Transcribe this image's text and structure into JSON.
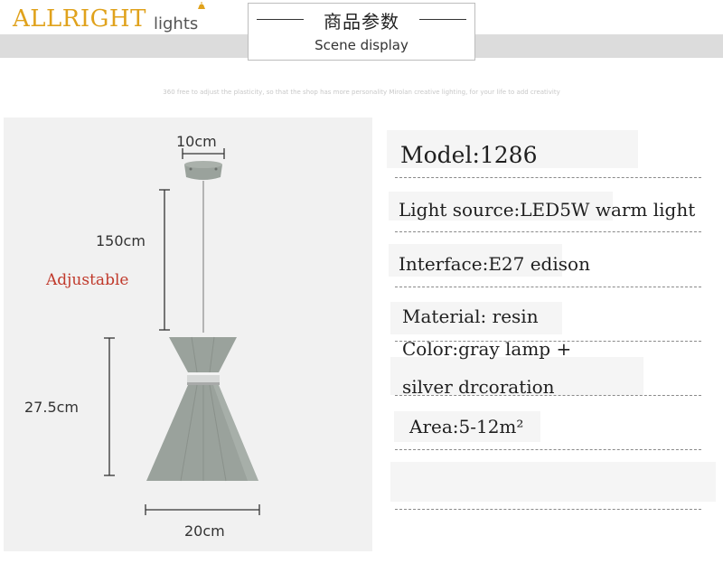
{
  "header": {
    "brand": "ALLRIGHT",
    "brand_sub": "lights",
    "title_cn": "商品参数",
    "title_en": "Scene display",
    "tagline": "360 free to adjust the plasticity, so that the shop has more personality Mirolan creative lighting, for your life to add creativity"
  },
  "product": {
    "dims": {
      "canopy_width": "10cm",
      "cord_length": "150cm",
      "adjustable": "Adjustable",
      "shade_height": "27.5cm",
      "shade_width": "20cm"
    }
  },
  "specs": [
    {
      "text": "Model:1286"
    },
    {
      "text": "Light source:LED5W warm light"
    },
    {
      "text": "Interface:E27 edison"
    },
    {
      "text": "Material: resin"
    },
    {
      "text": "Color:gray lamp +"
    },
    {
      "text": "silver drcoration"
    },
    {
      "text": "Area:5-12m²"
    }
  ],
  "colors": {
    "brand": "#e0a21c",
    "adjustable": "#c0392b",
    "lamp": "#9aa29c"
  }
}
